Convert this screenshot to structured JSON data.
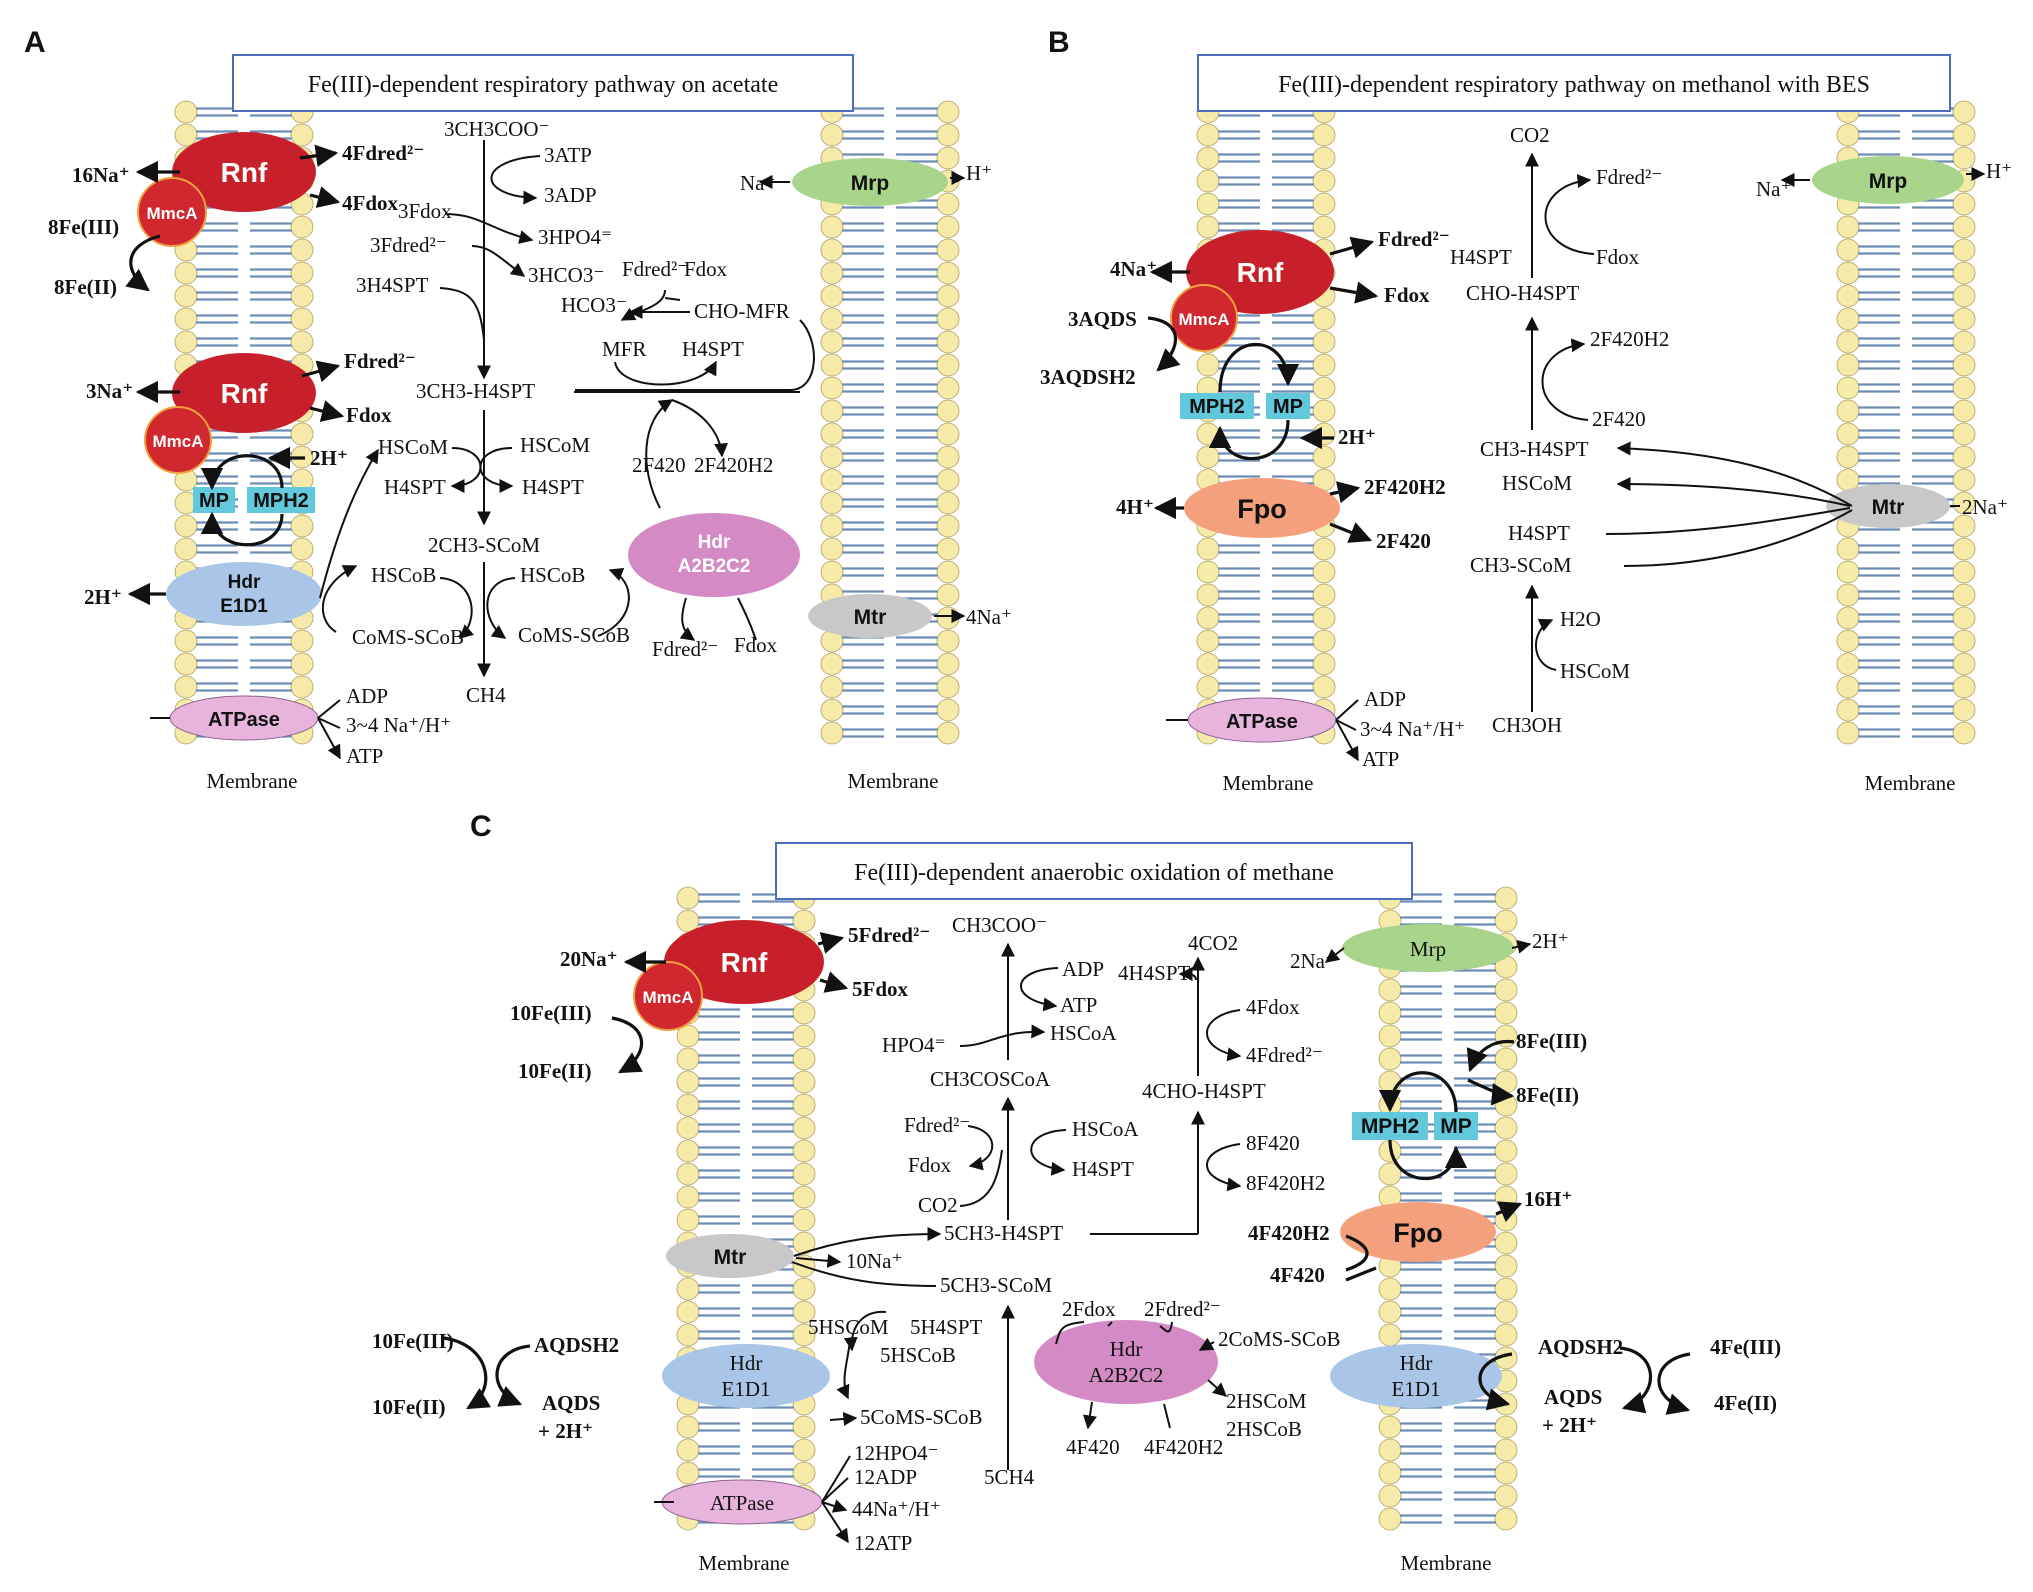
{
  "panels": {
    "A": {
      "label": "A",
      "title": "Fe(III)-dependent respiratory pathway on acetate",
      "membrane_left": "Membrane",
      "membrane_right": "Membrane",
      "enzymes": {
        "rnf1": "Rnf",
        "mmca1": "MmcA",
        "rnf2": "Rnf",
        "mmca2": "MmcA",
        "mp": "MP",
        "mph2": "MPH2",
        "hdr_e1": "Hdr",
        "hdr_e2": "E1D1",
        "atpase": "ATPase",
        "mrp": "Mrp",
        "mtr": "Mtr",
        "hdr_a1": "Hdr",
        "hdr_a2": "A2B2C2"
      },
      "labels": {
        "na16": "16Na⁺",
        "fe3": "8Fe(III)",
        "fe2": "8Fe(II)",
        "fdred4": "4Fdred²⁻",
        "fdox4": "4Fdox",
        "na3": "3Na⁺",
        "fdred": "Fdred²⁻",
        "fdox": "Fdox",
        "h2": "2H⁺",
        "h2b": "2H⁺",
        "adp": "ADP",
        "naH": "3~4 Na⁺/H⁺",
        "atp": "ATP",
        "acetate": "3CH3COO⁻",
        "atp3": "3ATP",
        "adp3": "3ADP",
        "hpo3": "3HPO4⁼",
        "fdox3": "3Fdox",
        "fdred3": "3Fdred²⁻",
        "h4spt3": "3H4SPT",
        "hco3_3": "3HCO3⁻",
        "fdred_m": "Fdred²⁻",
        "fdox_m": "Fdox",
        "hco3": "HCO3⁻",
        "chomfr": "CHO-MFR",
        "mfr": "MFR",
        "h4spt_m": "H4SPT",
        "ch3h4spt3": "3CH3-H4SPT",
        "hscom_l": "HSCoM",
        "hscom_r": "HSCoM",
        "h4spt_l": "H4SPT",
        "h4spt_r": "H4SPT",
        "ch3scom2": "2CH3-SCoM",
        "hscob_l": "HSCoB",
        "hscob_r": "HSCoB",
        "comscob_l": "CoMS-SCoB",
        "comscob_r": "CoMS-SCoB",
        "ch4": "CH4",
        "f420": "2F420",
        "f420h2": "2F420H2",
        "fdred_h": "Fdred²⁻",
        "fdox_h": "Fdox",
        "na_mrp": "Na⁺",
        "h_mrp": "H⁺",
        "na4": "4Na⁺"
      }
    },
    "B": {
      "label": "B",
      "title": "Fe(III)-dependent respiratory pathway on methanol with BES",
      "membrane_left": "Membrane",
      "membrane_right": "Membrane",
      "enzymes": {
        "rnf": "Rnf",
        "mmca": "MmcA",
        "mph2": "MPH2",
        "mp": "MP",
        "fpo": "Fpo",
        "atpase": "ATPase",
        "mrp": "Mrp",
        "mtr": "Mtr"
      },
      "labels": {
        "na4": "4Na⁺",
        "fdred": "Fdred²⁻",
        "fdox": "Fdox",
        "aqds3": "3AQDS",
        "aqdsh2": "3AQDSH2",
        "h2": "2H⁺",
        "h4": "4H⁺",
        "f420h2": "2F420H2",
        "f420": "2F420",
        "adp": "ADP",
        "naH": "3~4 Na⁺/H⁺",
        "atp": "ATP",
        "co2": "CO2",
        "fdred_c": "Fdred²⁻",
        "h4spt": "H4SPT",
        "fdox_c": "Fdox",
        "choh4spt": "CHO-H4SPT",
        "f420h2_c": "2F420H2",
        "f420_c": "2F420",
        "ch3h4spt": "CH3-H4SPT",
        "hscom": "HSCoM",
        "h4spt2": "H4SPT",
        "ch3scom": "CH3-SCoM",
        "h2o": "H2O",
        "hscom2": "HSCoM",
        "ch3oh": "CH3OH",
        "na_mrp": "Na⁺",
        "h_mrp": "H⁺",
        "na2": "2Na⁺"
      }
    },
    "C": {
      "label": "C",
      "title": "Fe(III)-dependent anaerobic oxidation of methane",
      "membrane_left": "Membrane",
      "membrane_right": "Membrane",
      "enzymes": {
        "rnf": "Rnf",
        "mmca": "MmcA",
        "mtr": "Mtr",
        "hdr_e1": "Hdr",
        "hdr_e2": "E1D1",
        "atpase": "ATPase",
        "hdr_a1": "Hdr",
        "hdr_a2": "A2B2C2",
        "mrp": "Mrp",
        "mph2": "MPH2",
        "mp": "MP",
        "fpo": "Fpo",
        "hdr_r1": "Hdr",
        "hdr_r2": "E1D1"
      },
      "labels": {
        "na20": "20Na⁺",
        "fdred5": "5Fdred²⁻",
        "fdox5": "5Fdox",
        "fe3_10": "10Fe(III)",
        "fe2_10": "10Fe(II)",
        "acetate": "CH3COO⁻",
        "adp": "ADP",
        "atp": "ATP",
        "hpo4": "HPO4⁼",
        "hscoa": "HSCoA",
        "ch3coscoa": "CH3COSCoA",
        "fdred_m": "Fdred²⁻",
        "hscoa2": "HSCoA",
        "fdox_m": "Fdox",
        "h4spt": "H4SPT",
        "co2": "CO2",
        "ch3h4spt5": "5CH3-H4SPT",
        "na10": "10Na⁺",
        "ch3scom5": "5CH3-SCoM",
        "hscom5": "5HSCoM",
        "h4spt5": "5H4SPT",
        "hscob5": "5HSCoB",
        "comscob5": "5CoMS-SCoB",
        "ch4_5": "5CH4",
        "co2_4": "4CO2",
        "h4spt4": "4H4SPT",
        "fdox4": "4Fdox",
        "fdred4": "4Fdred²⁻",
        "cho4": "4CHO-H4SPT",
        "f420_8": "8F420",
        "f420h2_8": "8F420H2",
        "fdox2": "2Fdox",
        "fdred2": "2Fdred²⁻",
        "comscob2": "2CoMS-SCoB",
        "hscom2": "2HSCoM",
        "hscob2": "2HSCoB",
        "f420_4": "4F420",
        "f420h2_4": "4F420H2",
        "fe3_10b": "10Fe(III)",
        "fe2_10b": "10Fe(II)",
        "aqdsh2": "AQDSH2",
        "aqds": "AQDS",
        "h2": "+ 2H⁺",
        "hpo12": "12HPO4⁻",
        "adp12": "12ADP",
        "naH44": "44Na⁺/H⁺",
        "atp12": "12ATP",
        "na2": "2Na⁺",
        "h2_mrp": "2H⁺",
        "fe3_8": "8Fe(III)",
        "fe2_8": "8Fe(II)",
        "h16": "16H⁺",
        "f420h2_r": "4F420H2",
        "f420_r": "4F420",
        "aqdsh2_r": "AQDSH2",
        "aqds_r": "AQDS",
        "h2_r": "+ 2H⁺",
        "fe3_4": "4Fe(III)",
        "fe2_4": "4Fe(II)"
      }
    }
  },
  "colors": {
    "rnf": "#c8202a",
    "mmca": "#d0282e",
    "mrp": "#a8d48c",
    "mtr": "#c8c8c8",
    "hdr_e": "#a9c6e8",
    "hdr_a": "#d48ac4",
    "atpase": "#e8b4dc",
    "fpo": "#f4a07c",
    "mp": "#62c8dc",
    "lipid_head": "#f6eaa8",
    "lipid_tail": "#6e8cb4",
    "title_border": "#4a6fb8"
  }
}
